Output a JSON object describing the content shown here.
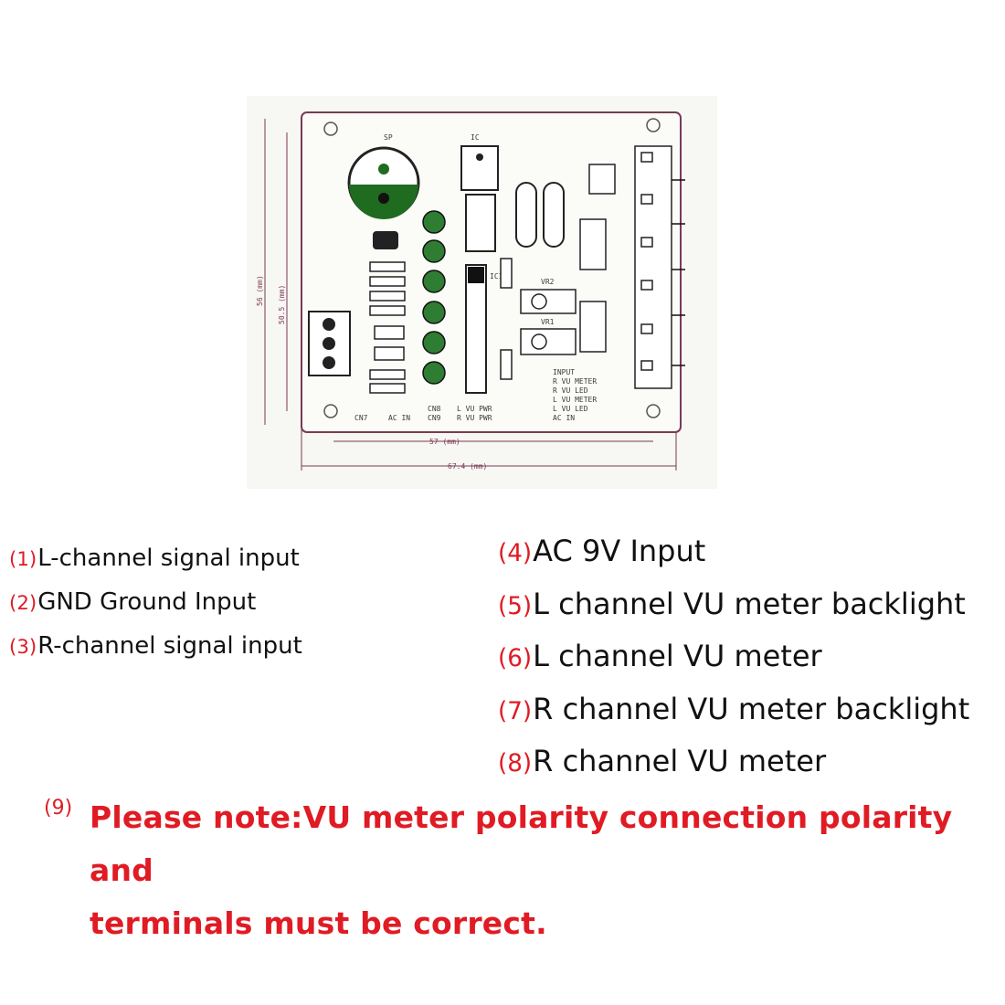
{
  "board": {
    "labels": {
      "speaker": "SP",
      "bridge": "IC",
      "ic": "IC1",
      "cn7": "CN7",
      "cn8": "CN8",
      "cn9": "CN9",
      "ac_in": "AC IN",
      "l_vu_pwr": "L VU PWR",
      "r_vu_pwr": "R VU PWR",
      "vr1": "VR1",
      "vr2": "VR2",
      "input": "INPUT",
      "r_vu_meter": "R VU METER",
      "r_vu_led": "R VU LED",
      "l_vu_meter": "L VU METER",
      "l_vu_led": "L VU LED",
      "ac_in_2": "AC IN"
    },
    "dimensions": {
      "width_inner": "57 (mm)",
      "width_outer": "67.4 (mm)",
      "height_inner": "50.5 (mm)",
      "height_outer": "56 (mm)"
    }
  },
  "legend_left": [
    {
      "num": "(1)",
      "text": "L-channel signal input"
    },
    {
      "num": "(2)",
      "text": "GND Ground Input"
    },
    {
      "num": "(3)",
      "text": "R-channel signal input"
    }
  ],
  "legend_right": [
    {
      "num": "(4)",
      "text": "AC 9V Input"
    },
    {
      "num": "(5)",
      "text": "L channel VU meter backlight"
    },
    {
      "num": "(6)",
      "text": "L channel VU meter"
    },
    {
      "num": "(7)",
      "text": "R channel VU meter backlight"
    },
    {
      "num": "(8)",
      "text": "R channel VU meter"
    }
  ],
  "note": {
    "num": "(9)",
    "line1": "Please note:VU meter polarity connection polarity and",
    "line2": "terminals must be correct."
  },
  "colors": {
    "accent_red": "#e01b24",
    "pcb_green": "#2e7d32",
    "board_outline": "#7a3a55"
  }
}
